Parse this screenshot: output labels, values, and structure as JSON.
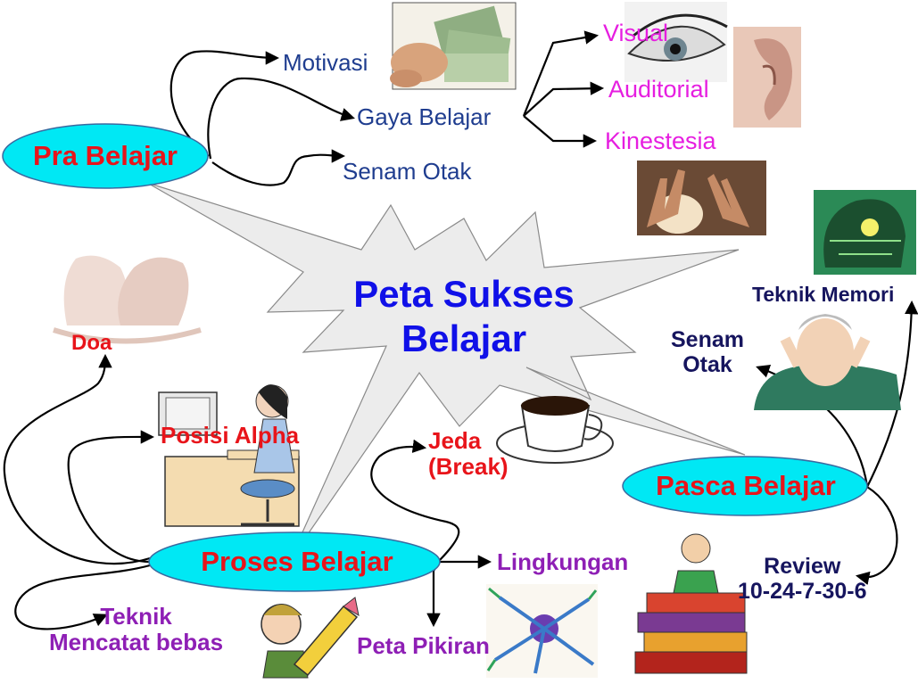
{
  "center": {
    "line1": "Peta Sukses",
    "line2": "Belajar"
  },
  "pra": {
    "title": "Pra Belajar",
    "motivasi": "Motivasi",
    "gaya": "Gaya Belajar",
    "senam": "Senam Otak",
    "visual": "Visual",
    "auditorial": "Auditorial",
    "kinestesia": "Kinestesia"
  },
  "proses": {
    "title": "Proses Belajar",
    "doa": "Doa",
    "posisi": "Posisi  Alpha",
    "jeda1": "Jeda",
    "jeda2": "(Break)",
    "lingkungan": "Lingkungan",
    "peta": "Peta Pikiran",
    "teknik1": "Teknik",
    "teknik2": "Mencatat bebas"
  },
  "pasca": {
    "title": "Pasca Belajar",
    "memori": "Teknik Memori",
    "senam1": "Senam",
    "senam2": "Otak",
    "review1": "Review",
    "review2": "10-24-7-30-6"
  },
  "colors": {
    "ellipse": "#00e8f4",
    "burst_fill": "#ececec",
    "burst_stroke": "#8a8a8a",
    "title_blue": "#1010e8",
    "branch_blue": "#1f3d8f",
    "magenta": "#e61ee0",
    "red": "#e8141a",
    "purple": "#8e1fb5",
    "navy": "#16155e"
  },
  "images": [
    "money-photo",
    "eye-photo",
    "ear-photo",
    "hands-light-photo",
    "brain-circuit-photo",
    "praying-hands-photo",
    "stressed-man-clipart",
    "woman-computer-clipart",
    "coffee-cup-clipart",
    "mind-map-photo",
    "books-girl-clipart",
    "pencil-boy-clipart"
  ]
}
